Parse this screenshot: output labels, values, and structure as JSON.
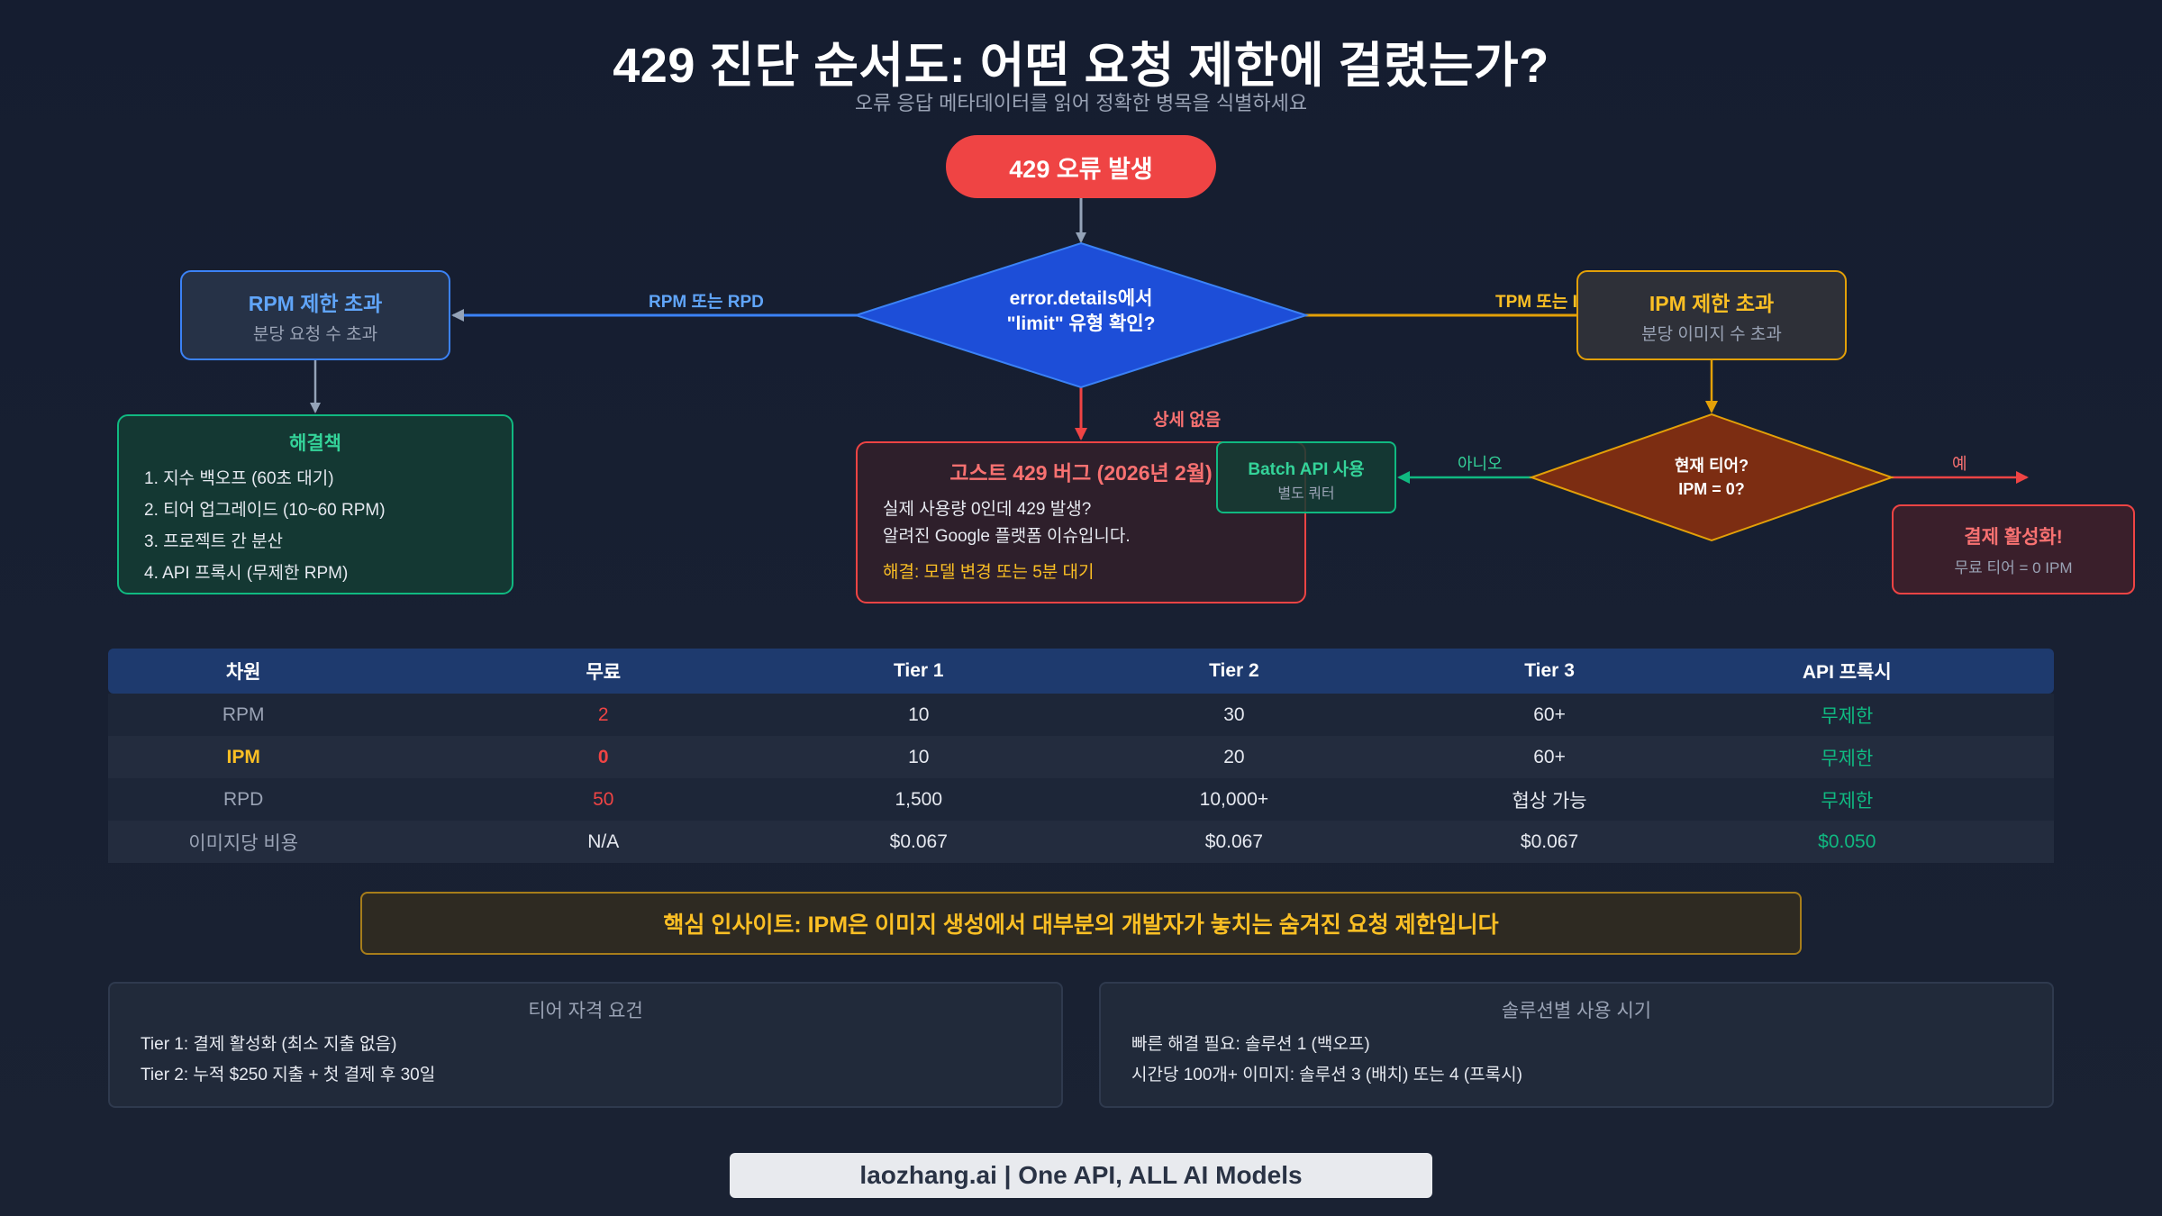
{
  "header": {
    "title": "429 진단 순서도: 어떤 요청 제한에 걸렸는가?",
    "subtitle": "오류 응답 메타데이터를 읽어 정확한 병목을 식별하세요"
  },
  "flowchart": {
    "start": "429 오류 발생",
    "decision_limit": {
      "line1": "error.details에서",
      "line2": "\"limit\" 유형 확인?"
    },
    "edge_rpm": "RPM 또는 RPD",
    "edge_tpm": "TPM 또는 IPM",
    "edge_none": "상세 없음",
    "rpm_box": {
      "title": "RPM 제한 초과",
      "subtitle": "분당 요청 수 초과"
    },
    "ipm_box": {
      "title": "IPM 제한 초과",
      "subtitle": "분당 이미지 수 초과"
    },
    "solutions": {
      "title": "해결책",
      "items": [
        "1. 지수 백오프 (60초 대기)",
        "2. 티어 업그레이드 (10~60 RPM)",
        "3. 프로젝트 간 분산",
        "4. API 프록시 (무제한 RPM)"
      ]
    },
    "ghost": {
      "title": "고스트 429 버그 (2026년 2월)",
      "line1": "실제 사용량 0인데 429 발생?",
      "line2": "알려진 Google 플랫폼 이슈입니다.",
      "fix": "해결: 모델 변경 또는 5분 대기"
    },
    "decision_tier": {
      "line1": "현재 티어?",
      "line2": "IPM = 0?"
    },
    "edge_no": "아니오",
    "edge_yes": "예",
    "batch": {
      "title": "Batch API 사용",
      "subtitle": "별도 쿼터"
    },
    "billing": {
      "title": "결제 활성화!",
      "subtitle": "무료 티어 = 0 IPM"
    }
  },
  "table": {
    "headers": [
      "차원",
      "무료",
      "Tier 1",
      "Tier 2",
      "Tier 3",
      "API 프록시"
    ],
    "rows": [
      [
        "RPM",
        "2",
        "10",
        "30",
        "60+",
        "무제한"
      ],
      [
        "IPM",
        "0",
        "10",
        "20",
        "60+",
        "무제한"
      ],
      [
        "RPD",
        "50",
        "1,500",
        "10,000+",
        "협상 가능",
        "무제한"
      ],
      [
        "이미지당 비용",
        "N/A",
        "$0.067",
        "$0.067",
        "$0.067",
        "$0.050"
      ]
    ]
  },
  "insight": "핵심 인사이트: IPM은 이미지 생성에서 대부분의 개발자가 놓치는 숨겨진 요청 제한입니다",
  "panels": {
    "tier": {
      "title": "티어 자격 요건",
      "line1": "Tier 1: 결제 활성화 (최소 지출 없음)",
      "line2": "Tier 2: 누적 $250 지출 + 첫 결제 후 30일"
    },
    "solution": {
      "title": "솔루션별 사용 시기",
      "line1": "빠른 해결 필요: 솔루션 1 (백오프)",
      "line2": "시간당 100개+ 이미지: 솔루션 3 (배치) 또는 4 (프록시)"
    }
  },
  "footer": "laozhang.ai | One API, ALL AI Models",
  "colors": {
    "background": "#151d30",
    "start_red": "#ef4444",
    "decision_blue": "#1d4ed8",
    "decision_brown": "#7c2d12",
    "rpm_blue": "#3b82f6",
    "ipm_gold": "#e3a008",
    "solution_green": "#10b981",
    "ghost_red": "#ef4444"
  }
}
